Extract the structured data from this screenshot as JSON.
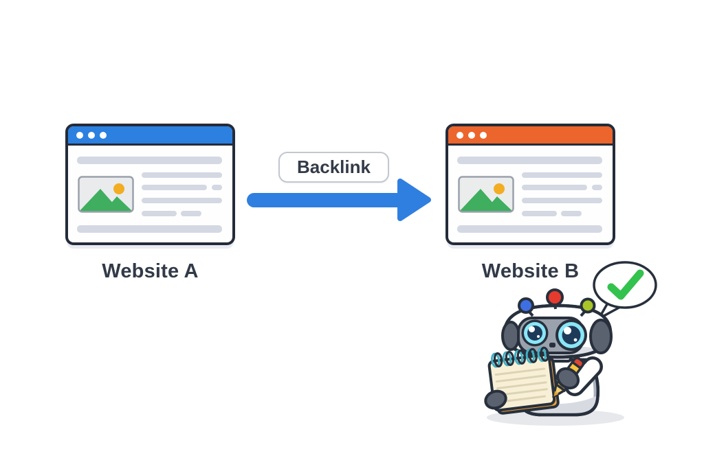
{
  "sites": {
    "a": {
      "label": "Website A",
      "accent_color": "#2b80e0"
    },
    "b": {
      "label": "Website B",
      "accent_color": "#eb652c"
    }
  },
  "arrow": {
    "label": "Backlink",
    "color": "#2e7fe0",
    "direction": "left-to-right"
  },
  "mascot": {
    "type": "robot-with-notepad-and-pencil",
    "speech_bubble_icon": "green-checkmark",
    "check_color": "#33c24d",
    "antenna_colors": [
      "#3e6fe2",
      "#e53b2e",
      "#a9c428"
    ],
    "notepad_paper_color": "#f8f0d6",
    "pencil_color": "#f5c33e"
  },
  "window_graphics": {
    "dots_count": 3,
    "placeholder_bar_color": "#d4d8e2",
    "image_placeholder": {
      "mountain_color": "#3fae5f",
      "sun_color": "#f2ad22",
      "box_bg": "#e9ebed"
    }
  },
  "colors": {
    "background": "#ffffff",
    "site_a_accent": "#2b80e0",
    "site_b_accent": "#eb652c",
    "arrow_blue": "#2e7fe0",
    "window_border": "#242b39",
    "bar_gray": "#d4d8e2",
    "label_text": "#323a47",
    "check_green": "#33c24d"
  }
}
